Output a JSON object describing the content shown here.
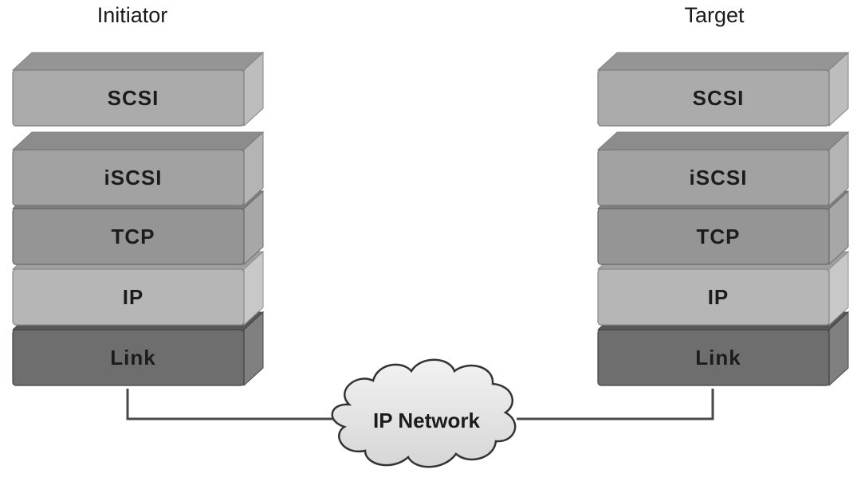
{
  "initiator": {
    "title": "Initiator",
    "layers": [
      {
        "label": "SCSI",
        "color": "#ababab"
      },
      {
        "label": "iSCSI",
        "color": "#a2a2a2"
      },
      {
        "label": "TCP",
        "color": "#959595"
      },
      {
        "label": "IP",
        "color": "#b6b6b6"
      },
      {
        "label": "Link",
        "color": "#6e6e6e"
      }
    ]
  },
  "target": {
    "title": "Target",
    "layers": [
      {
        "label": "SCSI",
        "color": "#ababab"
      },
      {
        "label": "iSCSI",
        "color": "#a2a2a2"
      },
      {
        "label": "TCP",
        "color": "#959595"
      },
      {
        "label": "IP",
        "color": "#b6b6b6"
      },
      {
        "label": "Link",
        "color": "#6e6e6e"
      }
    ]
  },
  "network": {
    "label": "IP Network"
  },
  "colors": {
    "line": "#4a4a4a",
    "cloud_fill": "#e8e8e8",
    "cloud_stroke": "#333333"
  }
}
